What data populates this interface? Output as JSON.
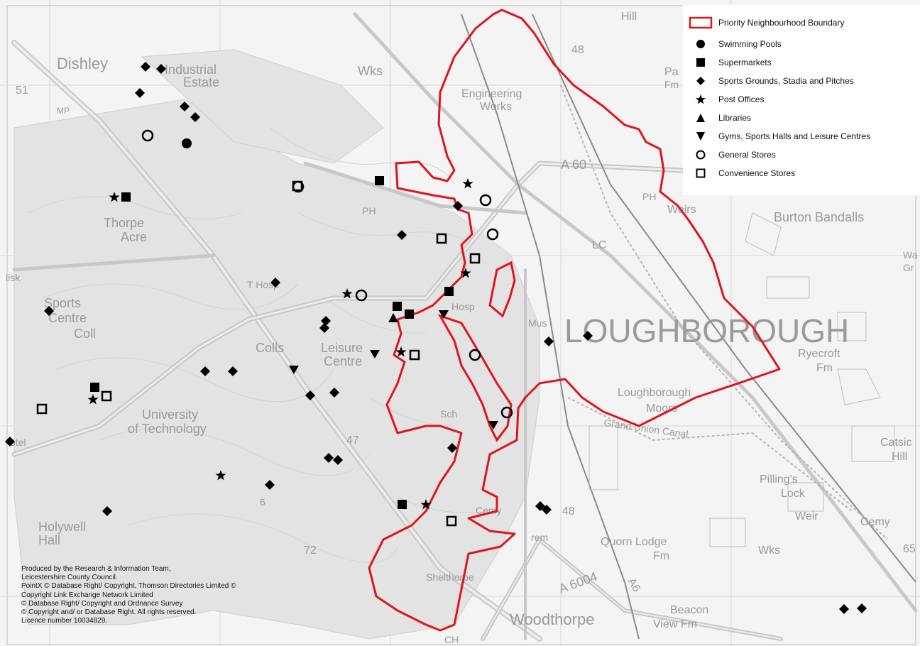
{
  "legend": {
    "boundary": "Priority Neighbourhood Boundary",
    "items": [
      {
        "symbol": "circle-filled",
        "label": "Swimming Pools"
      },
      {
        "symbol": "square-filled",
        "label": "Supermarkets"
      },
      {
        "symbol": "diamond-filled",
        "label": "Sports Grounds, Stadia and Pitches"
      },
      {
        "symbol": "star-filled",
        "label": "Post Offices"
      },
      {
        "symbol": "triangle-up-filled",
        "label": "Libraries"
      },
      {
        "symbol": "triangle-down-filled",
        "label": "Gyms, Sports Halls and Leisure Centres"
      },
      {
        "symbol": "circle-open",
        "label": "General Stores"
      },
      {
        "symbol": "square-open",
        "label": "Convenience Stores"
      }
    ]
  },
  "credits": [
    "Produced by the Research & Information Team,",
    "Leicestershire County Council.",
    "PointX © Database Right/ Copyright, Thomson Directories Limited ©",
    "Copyright Link Exchange Network Limited",
    "© Database Right/ Copyright and Ordnance Survey",
    "© Copyright and/ or Database Right. All rights reserved.",
    "Licence number 10034829."
  ],
  "place_labels": {
    "loughborough": "LOUGHBOROUGH",
    "dishley": "Dishley",
    "industrial": "Industrial",
    "estate": "Estate",
    "wks": "Wks",
    "engineering": "Engineering",
    "works": "Works",
    "thorpe": "Thorpe",
    "acre": "Acre",
    "sports": "Sports",
    "centre": "Centre",
    "coll": "Coll",
    "colls": "Colls",
    "leisure": "Leisure",
    "leisure_centre": "Centre",
    "university": "University",
    "of_technology": "of Technology",
    "holywell": "Holywell",
    "hall": "Hall",
    "burton_bandalls": "Burton Bandalls",
    "weirs": "Weirs",
    "ryecroft": "Ryecroft",
    "ryecroft_fm": "Fm",
    "loughborough_moors_1": "Loughborough",
    "loughborough_moors_2": "Moors",
    "grand_union": "Grand Union Canal",
    "pillings": "Pilling's",
    "lock": "Lock",
    "weir": "Weir",
    "cemy": "Cemy",
    "quorn_lodge": "Quorn Lodge",
    "fm": "Fm",
    "wks2": "Wks",
    "shelthorpe": "Shelthorpe",
    "woodthorpe": "Woodthorpe",
    "beacon": "Beacon",
    "view_fm": "View Fm",
    "catsic": "Catsic",
    "hill": "Hill",
    "a60": "A 60",
    "a6004": "A 6004",
    "a6": "A6",
    "lc": "LC",
    "ph": "PH",
    "ph2": "PH",
    "mus": "Mus",
    "hosp": "Hosp",
    "sch": "Sch",
    "hill_top": "Hill",
    "fm_top": "Fm",
    "pa": "Pa",
    "n48": "48",
    "n48b": "48",
    "n51": "51",
    "mp": "MP",
    "n47": "47",
    "n72": "72",
    "n65": "65",
    "thosp": "T Hosp",
    "lisk": "lisk",
    "hotel": "otel",
    "cem2": "Cemy",
    "rem": "rem",
    "ch": "CH",
    "wa": "Wa",
    "gr": "Gr",
    "n6": "6"
  },
  "colors": {
    "boundary": "#e0151b",
    "symbol": "#000000",
    "road": "#c8c8c8",
    "label": "#9a9a9a"
  }
}
